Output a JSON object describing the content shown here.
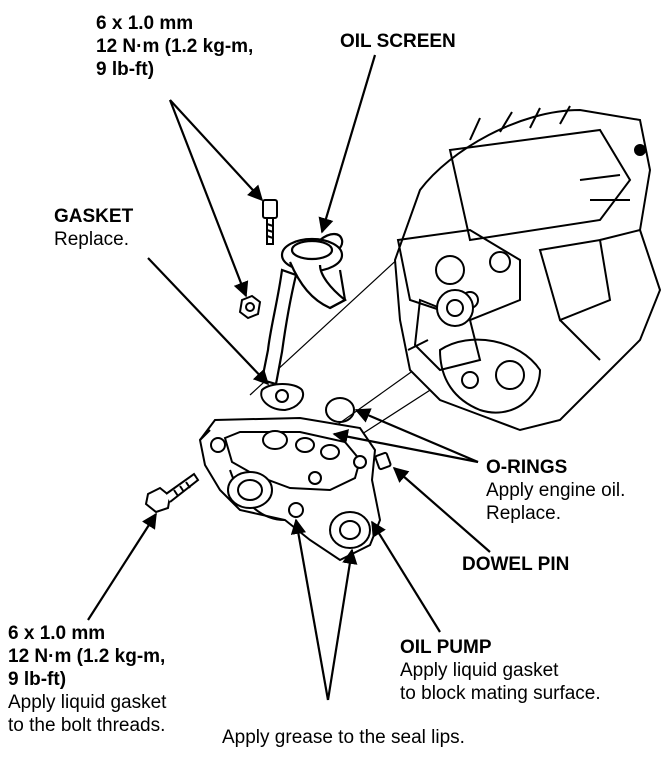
{
  "labels": {
    "top_bolt": {
      "lines": [
        "6 x 1.0 mm",
        "12 N·m (1.2 kg-m,",
        "9 lb-ft)"
      ]
    },
    "oil_screen": {
      "title": "OIL SCREEN"
    },
    "gasket": {
      "title": "GASKET",
      "note": "Replace."
    },
    "o_rings": {
      "title": "O-RINGS",
      "notes": [
        "Apply engine oil.",
        "Replace."
      ]
    },
    "dowel_pin": {
      "title": "DOWEL PIN"
    },
    "bottom_bolt": {
      "lines": [
        "6 x 1.0 mm",
        "12 N·m (1.2 kg-m,",
        "9 lb-ft)"
      ],
      "notes": [
        "Apply liquid gasket",
        "to the bolt threads."
      ]
    },
    "oil_pump": {
      "title": "OIL PUMP",
      "notes": [
        "Apply liquid gasket",
        "to block mating surface."
      ]
    },
    "seal_lips": {
      "text": "Apply grease to the seal lips."
    }
  }
}
